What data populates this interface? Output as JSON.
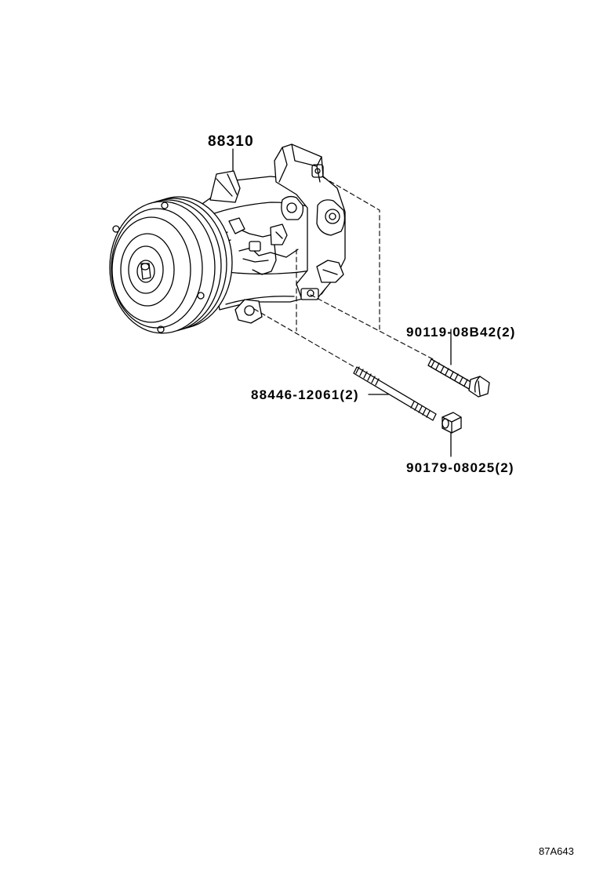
{
  "parts": {
    "compressor": "88310",
    "bolt": "90119-08B42(2)",
    "stud": "88446-12061(2)",
    "nut": "90179-08025(2)"
  },
  "figure_code": "87A643"
}
